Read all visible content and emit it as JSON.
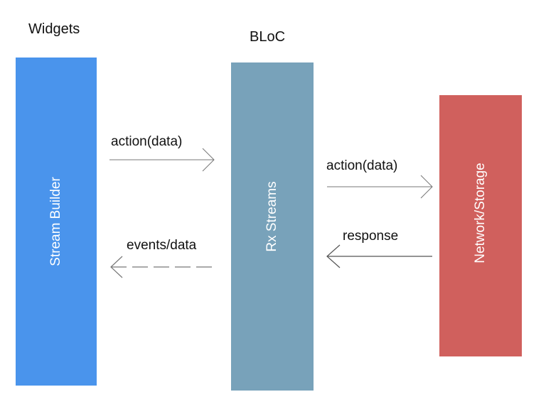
{
  "headings": {
    "widgets": "Widgets",
    "bloc": "BLoC"
  },
  "columns": {
    "widgets": {
      "label": "Stream Builder",
      "color": "#4a94ec"
    },
    "bloc": {
      "label": "Rx Streams",
      "color": "#78a2ba"
    },
    "network": {
      "label": "Network/Storage",
      "color": "#d0605d"
    }
  },
  "arrows": {
    "widget_to_bloc": "action(data)",
    "bloc_to_widget": "events/data",
    "bloc_to_network": "action(data)",
    "network_to_bloc": "response"
  }
}
